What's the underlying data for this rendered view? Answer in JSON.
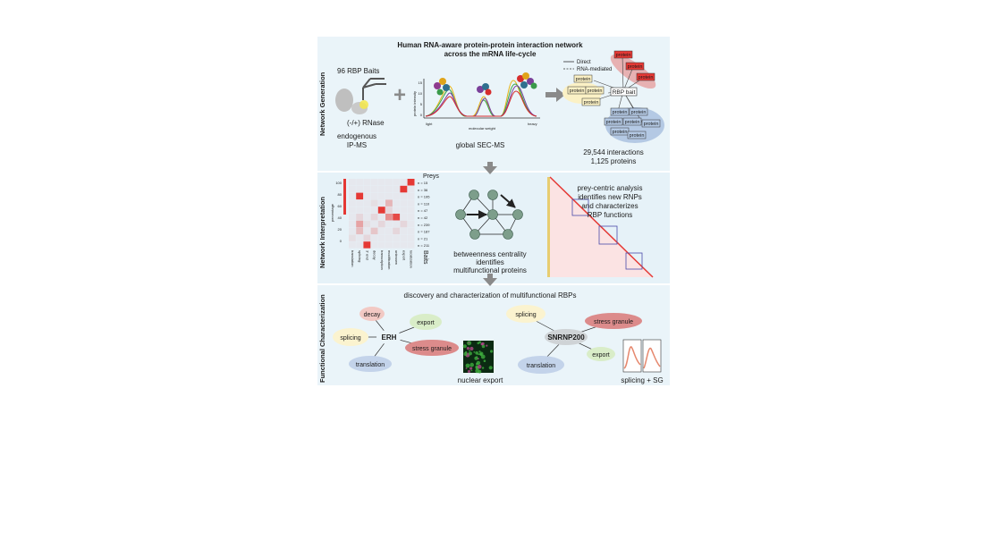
{
  "title": {
    "line1": "Human RNA-aware protein-protein interaction network",
    "line2": "across the mRNA life-cycle"
  },
  "side_labels": {
    "generation": "Network Generation",
    "interpretation": "Network Interpretation",
    "characterization": "Functional Characterization"
  },
  "generation": {
    "baits": "96 RBP Baits",
    "rnase": "(-/+) RNase",
    "endogenous": "endogenous",
    "ipms": "IP-MS",
    "sec_label": "global SEC-MS",
    "y_axis": "protein intensity",
    "x_axis": "molecular weight",
    "light": "light",
    "heavy": "heavy",
    "y_ticks": [
      "15",
      "10",
      "5",
      "0"
    ],
    "legend_direct": "Direct",
    "legend_rna": "RNA-mediated",
    "rbp_bait": "RBP bait",
    "protein": "protein",
    "interactions": "29,544 interactions",
    "proteins": "1,125 proteins"
  },
  "interpretation": {
    "preys": "Preys",
    "baits": "Baits",
    "percentage": "percentage",
    "y_ticks": [
      "100",
      "80",
      "60",
      "40",
      "20",
      "0"
    ],
    "n_values": [
      "n = 15",
      "n = 36",
      "n = 195",
      "n = 110",
      "n = 47",
      "n = 42",
      "n = 239",
      "n = 187",
      "n = 21",
      "n = 211"
    ],
    "categories": [
      "translation",
      "splicing",
      "3' end",
      "decay",
      "transcription",
      "modification",
      "unknown",
      "export",
      "localization"
    ],
    "centrality1": "betweenness centrality",
    "centrality2": "identifies",
    "centrality3": "multifunctional proteins",
    "prey1": "prey-centric analysis",
    "prey2": "identifies new RNPs",
    "prey3": "and characterizes",
    "prey4": "RBP functions"
  },
  "characterization": {
    "heading": "discovery and characterization of multifunctional RBPs",
    "erh": "ERH",
    "erh_nodes": [
      "decay",
      "export",
      "splicing",
      "stress granule",
      "translation"
    ],
    "nuclear_export": "nuclear export",
    "snrnp": "SNRNP200",
    "snrnp_nodes": [
      "splicing",
      "stress granule",
      "translation",
      "export"
    ],
    "splicing_sg": "splicing + SG"
  },
  "colors": {
    "panel_bg": "#eaf4f9",
    "red": "#e53935",
    "node_green": "#7d9e8b",
    "blue_cluster": "#b4c9e4",
    "yellow_cluster": "#fbf1c5",
    "decay": "#f2c9c4",
    "export": "#d9edc8",
    "splicing": "#fbf3cf",
    "stress": "#dc8b8b",
    "translation": "#c3d3ea"
  }
}
